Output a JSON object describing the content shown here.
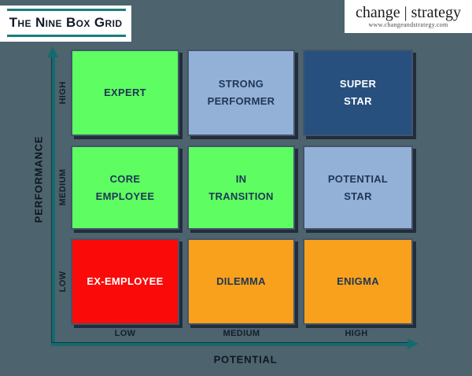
{
  "title": {
    "text": "The Nine Box Grid"
  },
  "logo": {
    "brand": "change | strategy",
    "url": "www.changeandstrategy.com"
  },
  "axes": {
    "y": {
      "label": "PERFORMANCE",
      "ticks": [
        "HIGH",
        "MEDIUM",
        "LOW"
      ]
    },
    "x": {
      "label": "POTENTIAL",
      "ticks": [
        "LOW",
        "MEDIUM",
        "HIGH"
      ]
    }
  },
  "grid": {
    "rows": [
      {
        "cells": [
          {
            "label": "EXPERT",
            "bg": "#5EFE62",
            "fg": "#1F3655"
          },
          {
            "label": "STRONG\nPERFORMER",
            "bg": "#93B1D7",
            "fg": "#1F3655"
          },
          {
            "label": "SUPER\nSTAR",
            "bg": "#27507E",
            "fg": "#FFFFFF"
          }
        ]
      },
      {
        "cells": [
          {
            "label": "CORE\nEMPLOYEE",
            "bg": "#5EFE62",
            "fg": "#1F3655"
          },
          {
            "label": "IN\nTRANSITION",
            "bg": "#5EFE62",
            "fg": "#1F3655"
          },
          {
            "label": "POTENTIAL\nSTAR",
            "bg": "#93B1D7",
            "fg": "#1F3655"
          }
        ]
      },
      {
        "cells": [
          {
            "label": "EX-EMPLOYEE",
            "bg": "#FB0A0A",
            "fg": "#FFFFFF"
          },
          {
            "label": "DILEMMA",
            "bg": "#F9A11C",
            "fg": "#1F3655"
          },
          {
            "label": "ENIGMA",
            "bg": "#F9A11C",
            "fg": "#1F3655"
          }
        ]
      }
    ]
  },
  "colors": {
    "background": "#4D636D",
    "axis_teal": "#166A6E",
    "title_rule_teal": "#1B7D7D",
    "cell_border": "#44546A",
    "cell_shadow": "#1C2838",
    "navy_text": "#1F3655"
  }
}
